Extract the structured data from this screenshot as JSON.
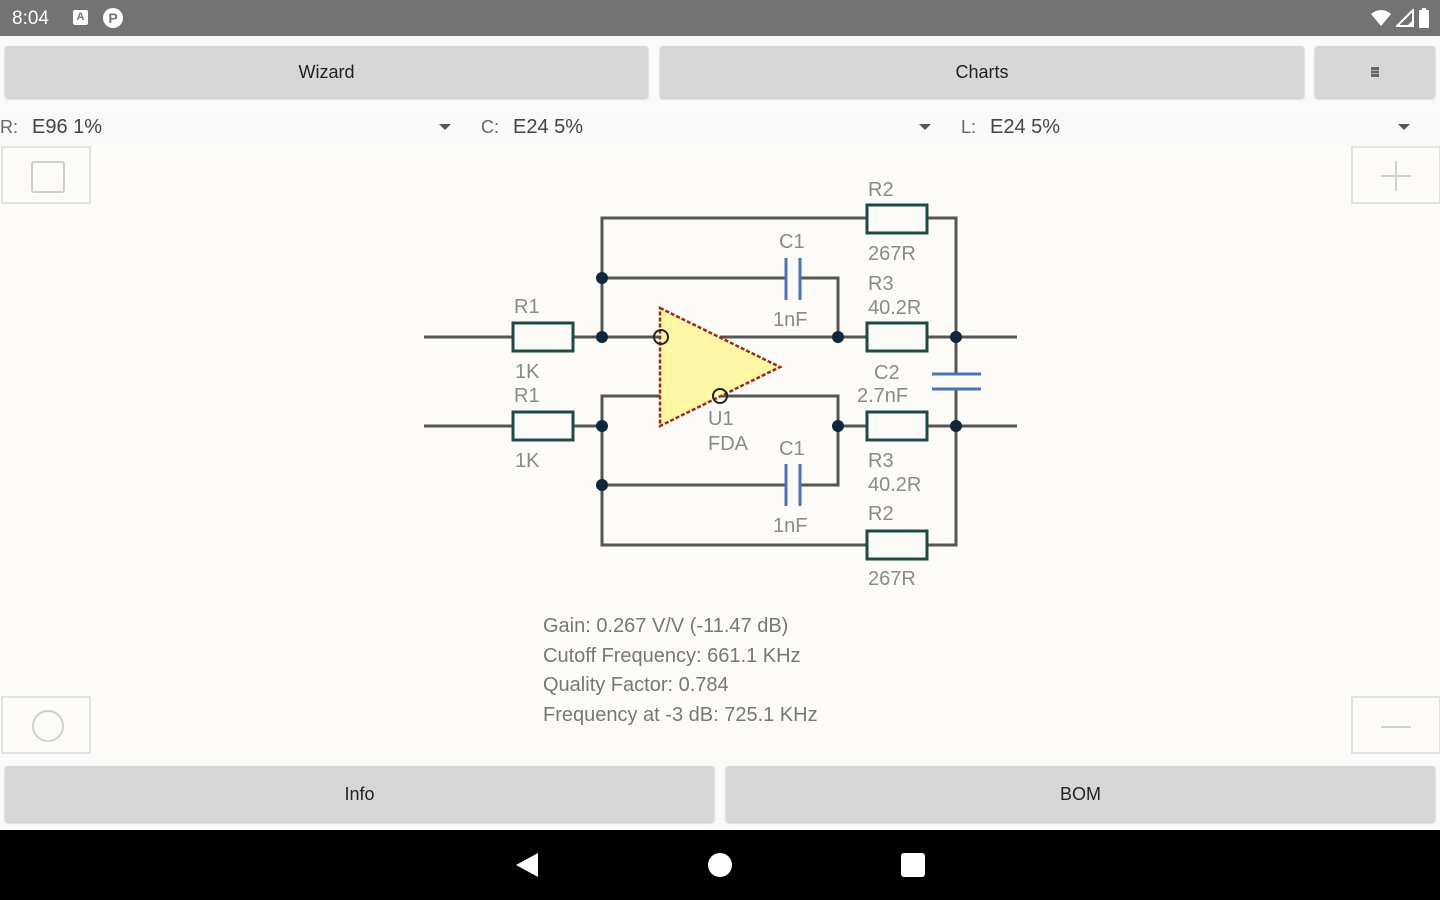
{
  "status_bar": {
    "time": "8:04",
    "notif_a": "A",
    "notif_p": "P",
    "icons": [
      "wifi-icon",
      "signal-icon",
      "battery-icon"
    ]
  },
  "toolbar": {
    "wizard_label": "Wizard",
    "charts_label": "Charts",
    "menu_icon": "menu-icon"
  },
  "series_selectors": [
    {
      "label": "R:",
      "value": "E96 1%"
    },
    {
      "label": "C:",
      "value": "E24 5%"
    },
    {
      "label": "L:",
      "value": "E24 5%"
    }
  ],
  "canvas_controls": {
    "select_icon": "square-icon",
    "zoom_in_icon": "plus-icon",
    "center_icon": "circle-icon",
    "zoom_out_icon": "minus-icon"
  },
  "schematic": {
    "components": [
      {
        "ref": "R1",
        "value": "1K",
        "type": "resistor",
        "position": "top-input"
      },
      {
        "ref": "R1",
        "value": "1K",
        "type": "resistor",
        "position": "bottom-input"
      },
      {
        "ref": "R2",
        "value": "267R",
        "type": "resistor",
        "position": "top-feedback"
      },
      {
        "ref": "R2",
        "value": "267R",
        "type": "resistor",
        "position": "bottom-feedback"
      },
      {
        "ref": "R3",
        "value": "40.2R",
        "type": "resistor",
        "position": "top-output"
      },
      {
        "ref": "R3",
        "value": "40.2R",
        "type": "resistor",
        "position": "bottom-output"
      },
      {
        "ref": "C1",
        "value": "1nF",
        "type": "capacitor",
        "position": "top-feedback"
      },
      {
        "ref": "C1",
        "value": "1nF",
        "type": "capacitor",
        "position": "bottom-feedback"
      },
      {
        "ref": "C2",
        "value": "2.7nF",
        "type": "capacitor",
        "position": "differential-output"
      },
      {
        "ref": "U1",
        "value": "FDA",
        "type": "amplifier",
        "position": "center"
      }
    ],
    "colors": {
      "wire": "#555555",
      "node": "#10263a",
      "resistor": "#1f4a44",
      "capacitor": "#4a73b8",
      "amp_fill": "#fdf7a6",
      "amp_outline": "#9a2a1a",
      "label": "#8a8a8a"
    }
  },
  "results": {
    "gain": "Gain: 0.267 V/V (-11.47 dB)",
    "cutoff": "Cutoff Frequency: 661.1 KHz",
    "quality": "Quality Factor: 0.784",
    "freq_3db": "Frequency at -3 dB: 725.1 KHz"
  },
  "bottom_bar": {
    "info_label": "Info",
    "bom_label": "BOM"
  },
  "nav_bar": {
    "back_icon": "back-icon",
    "home_icon": "home-icon",
    "recents_icon": "recents-icon"
  }
}
